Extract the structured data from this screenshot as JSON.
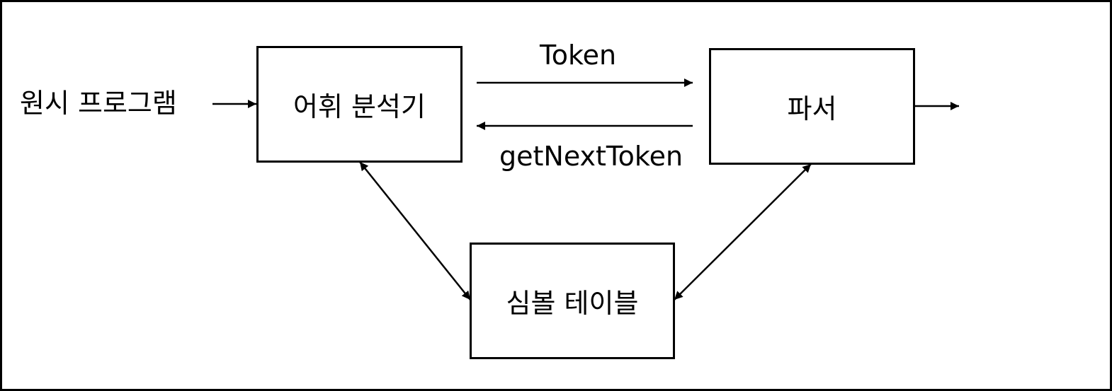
{
  "diagram": {
    "source": {
      "label": "원시 프로그램"
    },
    "lexer": {
      "label": "어휘 분석기"
    },
    "parser": {
      "label": "파서"
    },
    "symbol_table": {
      "label": "심볼 테이블"
    },
    "edges": {
      "token": {
        "label": "Token"
      },
      "get_next_token": {
        "label": "getNextToken"
      }
    }
  }
}
